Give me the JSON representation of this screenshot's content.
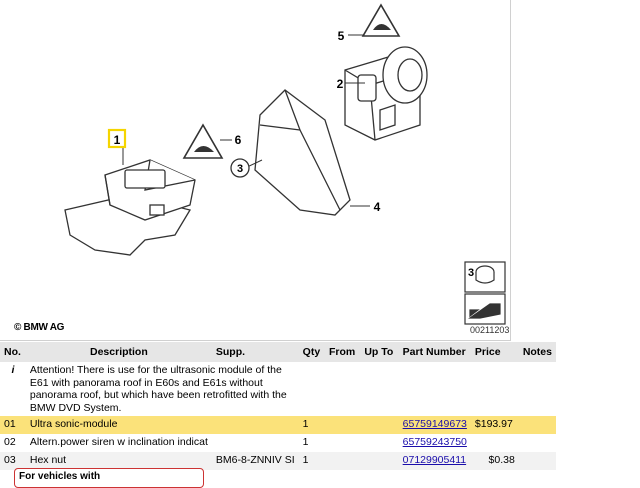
{
  "diagram": {
    "copyright": "© BMW AG",
    "diagram_number": "00211203",
    "callouts": [
      "1",
      "2",
      "3",
      "4",
      "5",
      "6"
    ],
    "warning_glyph": "hand-warning-icon",
    "colors": {
      "line": "#333333",
      "highlight": "#f5d500"
    }
  },
  "table": {
    "headers": {
      "no": "No.",
      "description": "Description",
      "supp": "Supp.",
      "qty": "Qty",
      "from": "From",
      "upto": "Up To",
      "part_number": "Part Number",
      "price": "Price",
      "notes": "Notes"
    },
    "info_row": {
      "marker": "i",
      "text": "Attention! There is use for the ultrasonic module of the E61 with panorama roof in E60s and E61s without panorama roof, but which have been retrofitted with the BMW DVD System."
    },
    "rows": [
      {
        "no": "01",
        "description": "Ultra sonic-module",
        "supp": "",
        "qty": "1",
        "from": "",
        "upto": "",
        "part_number": "65759149673",
        "price": "$193.97",
        "notes": ""
      },
      {
        "no": "02",
        "description": "Altern.power siren w inclination indicat",
        "supp": "",
        "qty": "1",
        "from": "",
        "upto": "",
        "part_number": "65759243750",
        "price": "",
        "notes": ""
      },
      {
        "no": "03",
        "description": "Hex nut",
        "supp": "BM6-8-ZNNIV SI",
        "qty": "1",
        "from": "",
        "upto": "",
        "part_number": "07129905411",
        "price": "$0.38",
        "notes": ""
      }
    ],
    "highlight_color": "#fbe27a"
  },
  "note_box": {
    "text": "For vehicles with"
  }
}
